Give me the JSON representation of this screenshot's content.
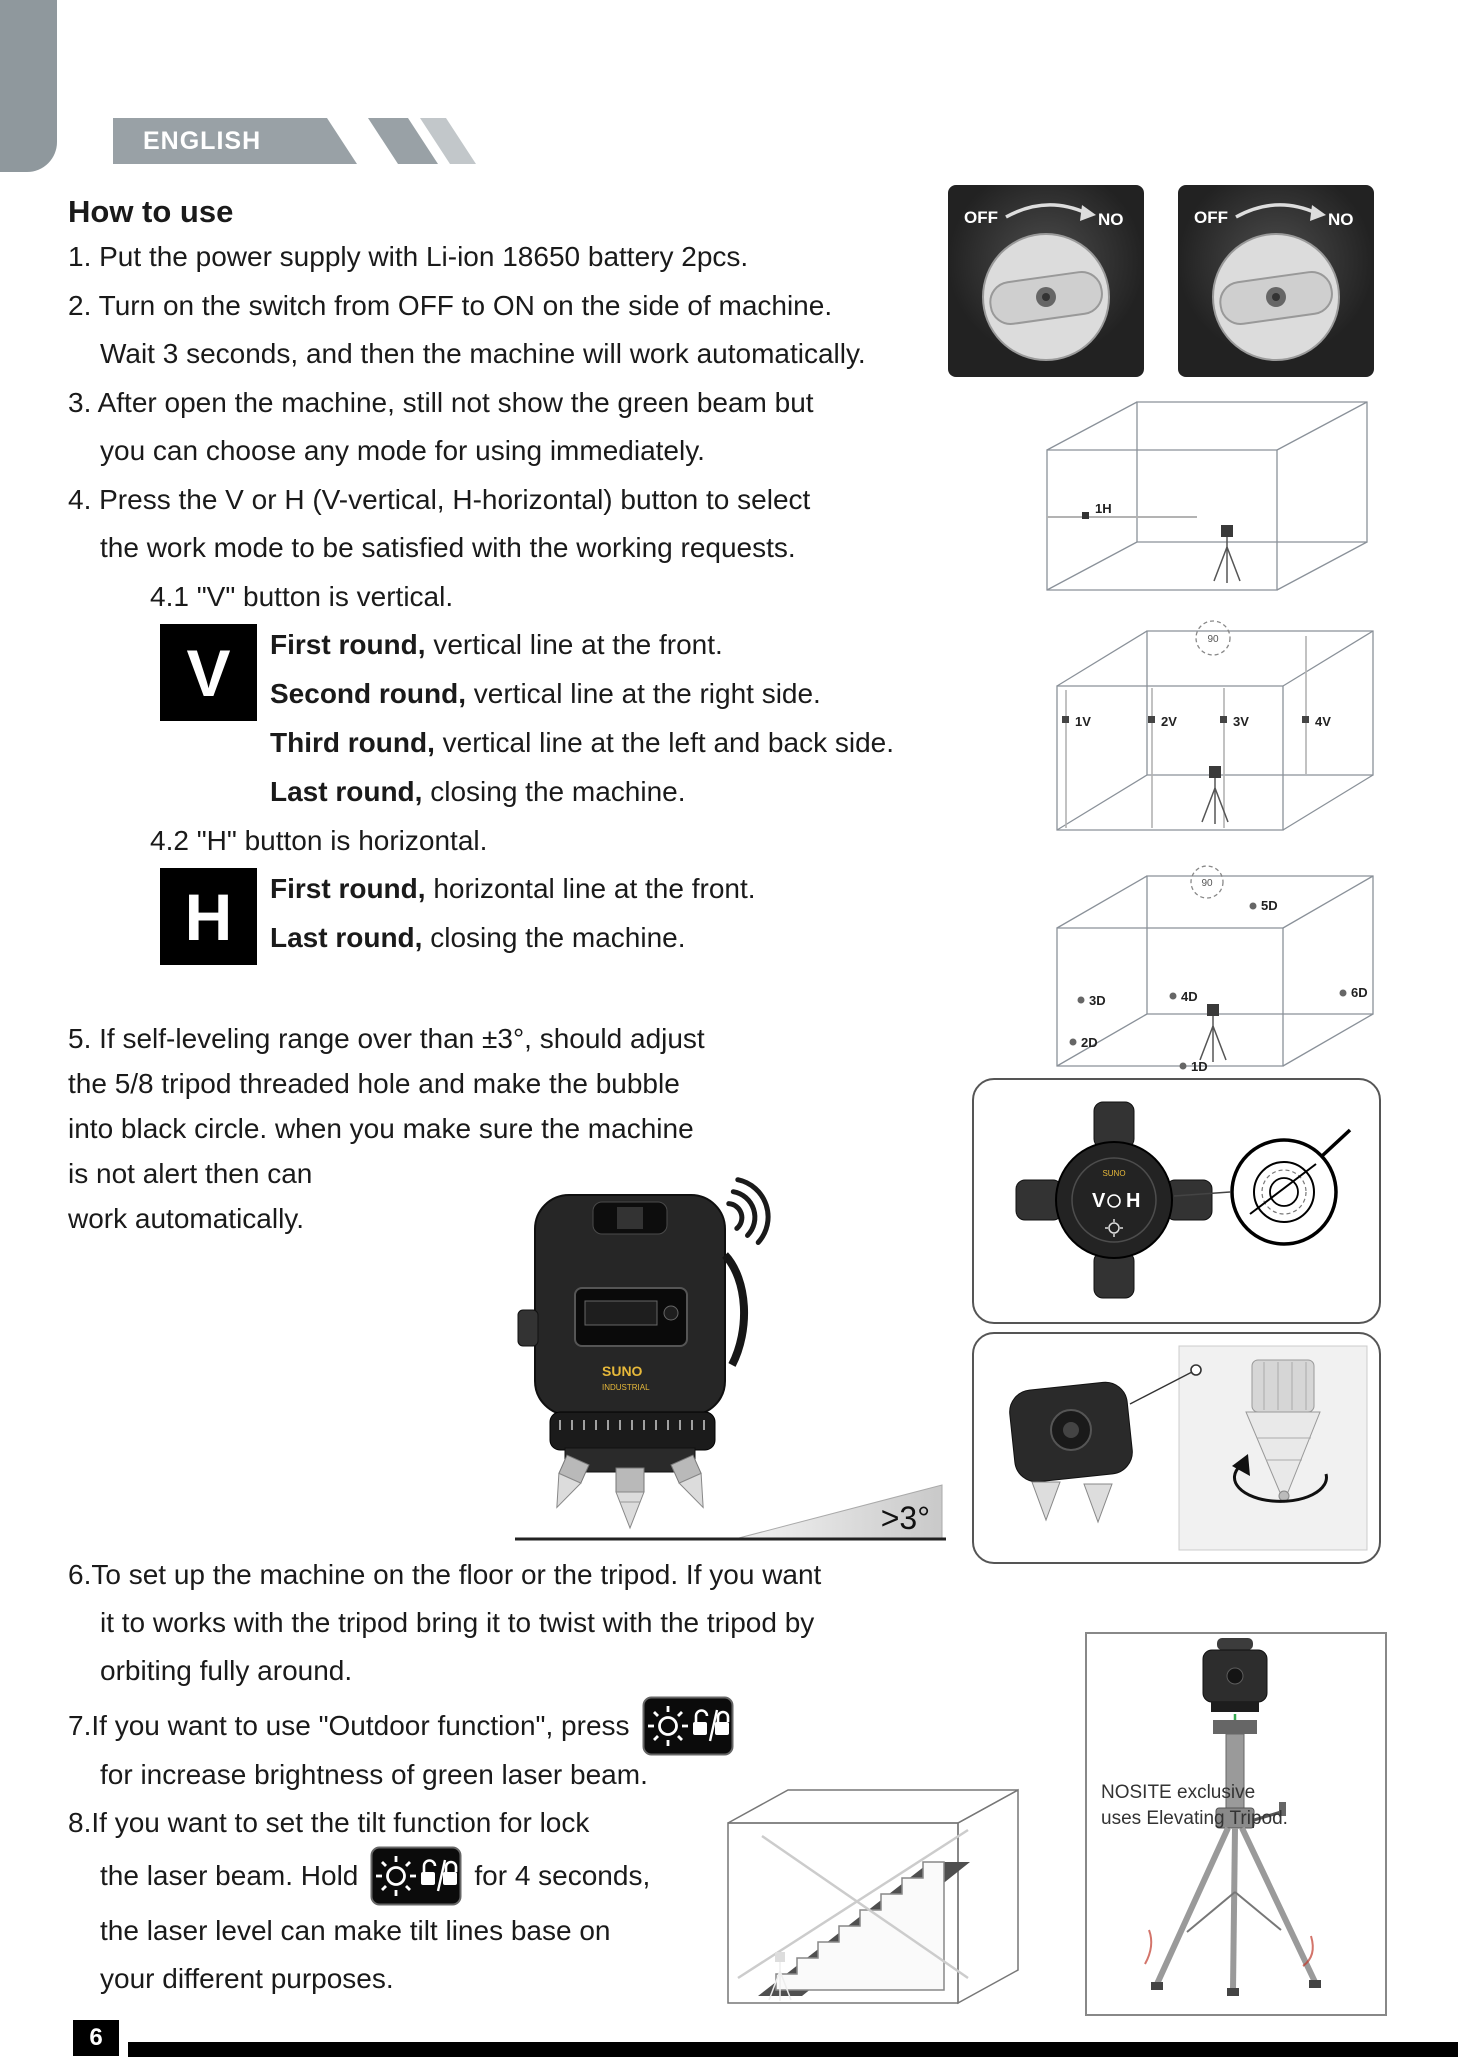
{
  "header": {
    "language_label": "ENGLISH"
  },
  "title": "How to use",
  "steps": {
    "s1": "1. Put the power supply with Li-ion 18650 battery 2pcs.",
    "s2_l1": "2. Turn on the switch from OFF to ON on the side of machine.",
    "s2_l2": "Wait 3 seconds, and then the machine will work automatically.",
    "s3_l1": "3. After open the machine, still not show the green beam but",
    "s3_l2": "you can choose any mode for using immediately.",
    "s4_l1": "4. Press the V or H (V-vertical, H-horizontal) button to select",
    "s4_l2": "the work mode to be satisfied with the working requests.",
    "s41": "4.1 \"V\" button is vertical.",
    "v_button": "V",
    "v_rounds": [
      {
        "b": "First round,",
        "t": " vertical line at the front."
      },
      {
        "b": "Second round,",
        "t": " vertical line at the right side."
      },
      {
        "b": "Third round,",
        "t": " vertical line at the left and back side."
      },
      {
        "b": "Last round,",
        "t": " closing the machine."
      }
    ],
    "s42": "4.2 \"H\" button is horizontal.",
    "h_button": "H",
    "h_rounds": [
      {
        "b": "First round,",
        "t": " horizontal line at the front."
      },
      {
        "b": "Last round,",
        "t": " closing the machine."
      }
    ],
    "s5_l1": "5. If self-leveling range over than ±3°, should adjust",
    "s5_l2": "the 5/8 tripod threaded hole and make the bubble",
    "s5_l3": "into black circle. when you make sure the machine",
    "s5_l4": "is not alert then can",
    "s5_l5": "work automatically.",
    "s6_l1": "6.To set up the machine on the floor or the tripod. If you want",
    "s6_l2": "it to works with the tripod bring it to twist with the tripod by",
    "s6_l3": "orbiting fully around.",
    "s7_l1": "7.If you want to use \"Outdoor function\", press",
    "s7_l2": "for increase brightness of green laser beam.",
    "s8_l1": "8.If you want to set the tilt function for lock",
    "s8_l2a": "the laser beam. Hold",
    "s8_l2b": "for 4 seconds,",
    "s8_l3": "the laser level can make tilt lines base on",
    "s8_l4": "your different purposes."
  },
  "figures": {
    "switch": {
      "off_label": "OFF",
      "on_label": "NO"
    },
    "room_h": {
      "labels": [
        "1H"
      ]
    },
    "room_v": {
      "labels": [
        "1V",
        "2V",
        "3V",
        "4V"
      ],
      "angle": "90"
    },
    "room_d": {
      "labels": [
        "3D",
        "4D",
        "5D",
        "6D",
        "2D",
        "1D"
      ],
      "angle": "90"
    },
    "top_view": {
      "v": "V",
      "h": "H"
    },
    "device": {
      "brand": "SUNO",
      "brand2": "INDUSTRIAL"
    },
    "angle_label": ">3°",
    "tripod_note_l1": "NOSITE exclusive",
    "tripod_note_l2": "uses Elevating Tripod."
  },
  "footer": {
    "page_number": "6"
  },
  "colors": {
    "banner_gray": "#99a1a6",
    "accent_black": "#000000",
    "brand_yellow": "#e6b83a"
  }
}
